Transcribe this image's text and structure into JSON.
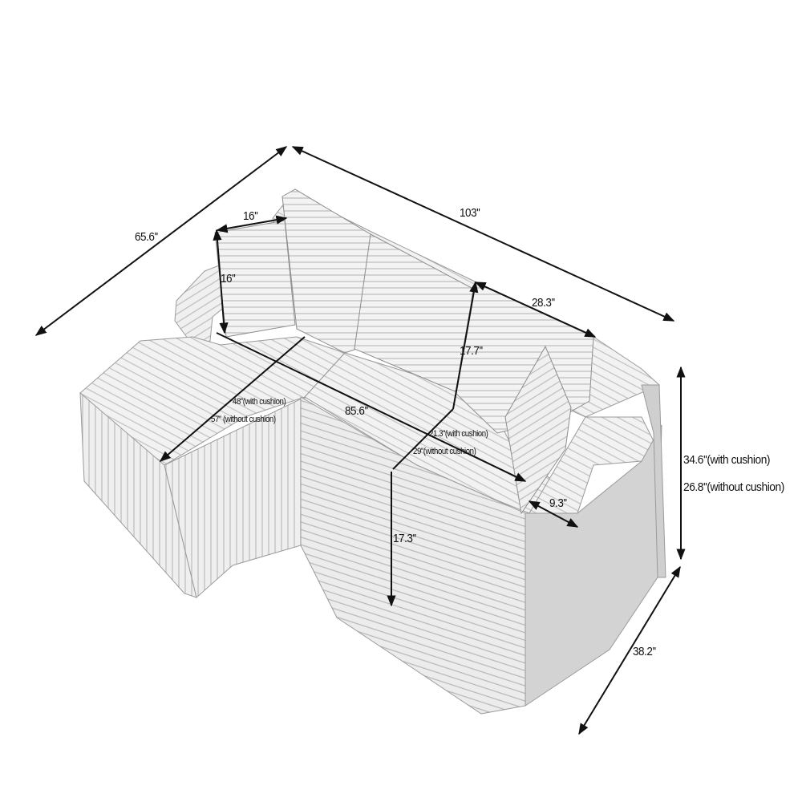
{
  "diagram": {
    "subject": "L-shaped corduroy sectional sofa with chaise",
    "style": {
      "line_color": "#111111",
      "fabric_fill": "#f1f1f1",
      "fabric_shade": "#d6d6d6",
      "rib_color": "#b8b8b8",
      "background": "#ffffff"
    },
    "dimensions": {
      "overall_depth": "65.6''",
      "overall_width": "103''",
      "pillow_width": "16''",
      "pillow_height": "16''",
      "back_cushion_width": "28.3''",
      "back_cushion_height": "17.7''",
      "chaise_depth_with": "48''(with cushion)",
      "chaise_depth_without": "57'' (without cushion)",
      "seat_width": "85.6''",
      "seat_depth_with": "21.3''(with cushion)",
      "seat_depth_without": "29''(without cushion)",
      "arm_width": "9.3''",
      "seat_height": "17.3''",
      "total_height_with": "34.6''(with cushion)",
      "total_height_without": "26.8''(without cushion)",
      "sofa_depth": "38.2''"
    }
  }
}
